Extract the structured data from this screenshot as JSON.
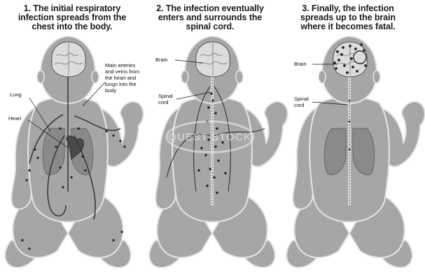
{
  "panels": [
    {
      "title_lines": [
        "1. The initial respiratory",
        "infection spreads from the",
        "chest into the body."
      ],
      "labels": {
        "arteries": [
          "Main arteries",
          "and veins from",
          "the heart and",
          "lungs into the",
          "body"
        ],
        "lung": "Lung",
        "heart": "Heart"
      }
    },
    {
      "title_lines": [
        "2. The infection eventually",
        "enters and surrounds the",
        "spinal cord."
      ],
      "labels": {
        "brain": "Brain",
        "spinal_cord": [
          "Spinal",
          "cord"
        ]
      }
    },
    {
      "title_lines": [
        "3. Finally, the infection",
        "spreads up to the brain",
        "where it becomes fatal."
      ],
      "labels": {
        "brain": "Brain",
        "spinal_cord": [
          "Spinal",
          "cord"
        ]
      }
    }
  ],
  "watermark": "QUEST STOCK",
  "colors": {
    "body_fill": "#a6a6a6",
    "body_outline": "#e6e6e6",
    "organ_dark": "#4a4a4a",
    "brain": "#dcdcdc",
    "infection": "#222222"
  }
}
